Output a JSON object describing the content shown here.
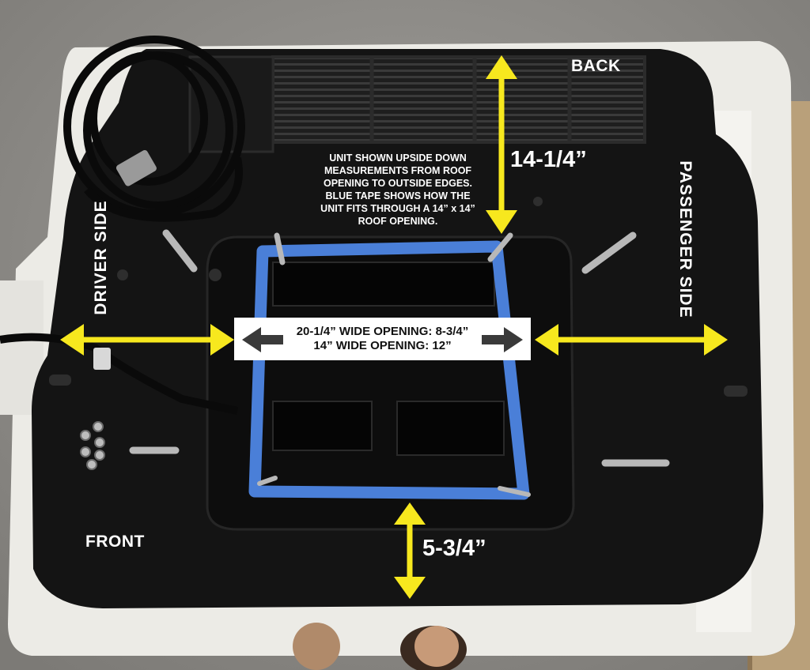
{
  "labels": {
    "back": "BACK",
    "front": "FRONT",
    "driver_side": "DRIVER SIDE",
    "passenger_side": "PASSENGER SIDE",
    "depth_back": "14-1/4”",
    "depth_front": "5-3/4”"
  },
  "note_lines": [
    "UNIT SHOWN UPSIDE DOWN",
    "MEASUREMENTS FROM ROOF",
    "OPENING TO OUTSIDE EDGES.",
    "BLUE TAPE SHOWS HOW THE",
    "UNIT FITS THROUGH A 14” x 14”",
    "ROOF OPENING."
  ],
  "callout": {
    "line1": "20-1/4” WIDE OPENING: 8-3/4”",
    "line2": "14” WIDE OPENING: 12”"
  },
  "colors": {
    "arrow_yellow": "#f7e81e",
    "tape_blue": "#4a7fd8",
    "unit_black": "#141414",
    "floor_gray": "#8f8d8a",
    "foam_white": "#ecebe6",
    "callout_arrow": "#3a3a3a"
  }
}
